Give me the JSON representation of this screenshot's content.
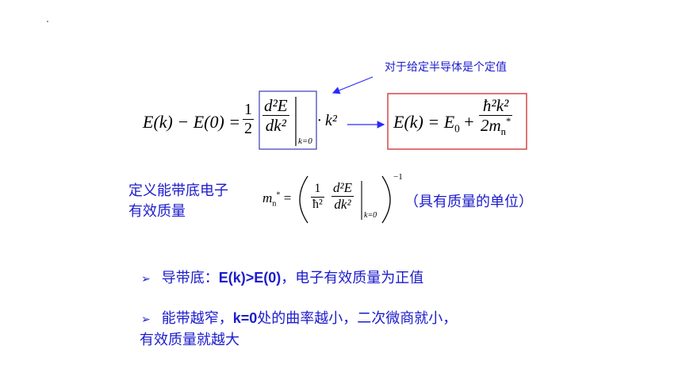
{
  "annotation": {
    "text": "对于给定半导体是个定值",
    "color": "#1c1ccc"
  },
  "equation1": {
    "lhs": "E(k) − E(0) =",
    "half_num": "1",
    "half_den": "2",
    "d2e_num": "d²E",
    "dk2_den": "dk²",
    "eval_at": "k=0",
    "tail": "· k²"
  },
  "equation2": {
    "lhs": "E(k) = E",
    "e_sub": "0",
    "plus": "+",
    "num": "ħ²k²",
    "den": "2m",
    "den_sub": "n",
    "den_sup": "*"
  },
  "definition": {
    "label_line1": "定义能带底电子",
    "label_line2": "有效质量",
    "mass_symbol": "m",
    "mass_sub": "n",
    "mass_sup": "*",
    "equals": "=",
    "inner_num1": "1",
    "inner_den1": "ħ²",
    "inner_num2": "d²E",
    "inner_den2": "dk²",
    "eval_at": "k=0",
    "power": "−1",
    "note": "（具有质量的单位）"
  },
  "bullets": [
    {
      "marker": "➢",
      "prefix": "导带底：",
      "bold": "E(k)>E(0)",
      "suffix": "，电子有效质量为正值"
    },
    {
      "marker": "➢",
      "prefix": "能带越窄，",
      "bold": "k=0",
      "suffix": "处的曲率越小，二次微商就小，",
      "line2": "有效质量就越大"
    }
  ],
  "colors": {
    "accent_blue": "#1c1ccc",
    "box_blue": "#3a3ab8",
    "box_red": "#d23a3a",
    "arrow": "#2a2aff"
  }
}
